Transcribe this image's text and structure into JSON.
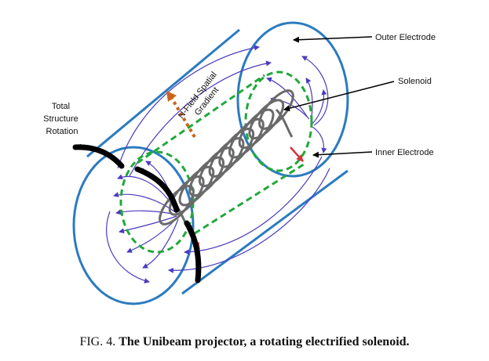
{
  "labels": {
    "outer_electrode": "Outer Electrode",
    "solenoid": "Solenoid",
    "inner_electrode": "Inner Electrode",
    "total_structure_rotation": [
      "Total",
      "Structure",
      "Rotation"
    ],
    "field_gradient": [
      "N-Field Spatial",
      "Gradient"
    ]
  },
  "caption": {
    "prefix": "FIG. 4. ",
    "text": "The Unibeam projector, a rotating electrified solenoid."
  },
  "colors": {
    "outer_cylinder": "#2b7bc0",
    "inner_dashed": "#22a83a",
    "field_lines": "#4b3bbf",
    "charge_arrows": "#d8333c",
    "gradient_arrow": "#c8651b",
    "rotation_arrows": "#000000",
    "coil": "#6a6a6a"
  },
  "icons": [
    "rotation-arrow-icon",
    "field-line-arrow-icon",
    "gradient-arrow-icon"
  ]
}
